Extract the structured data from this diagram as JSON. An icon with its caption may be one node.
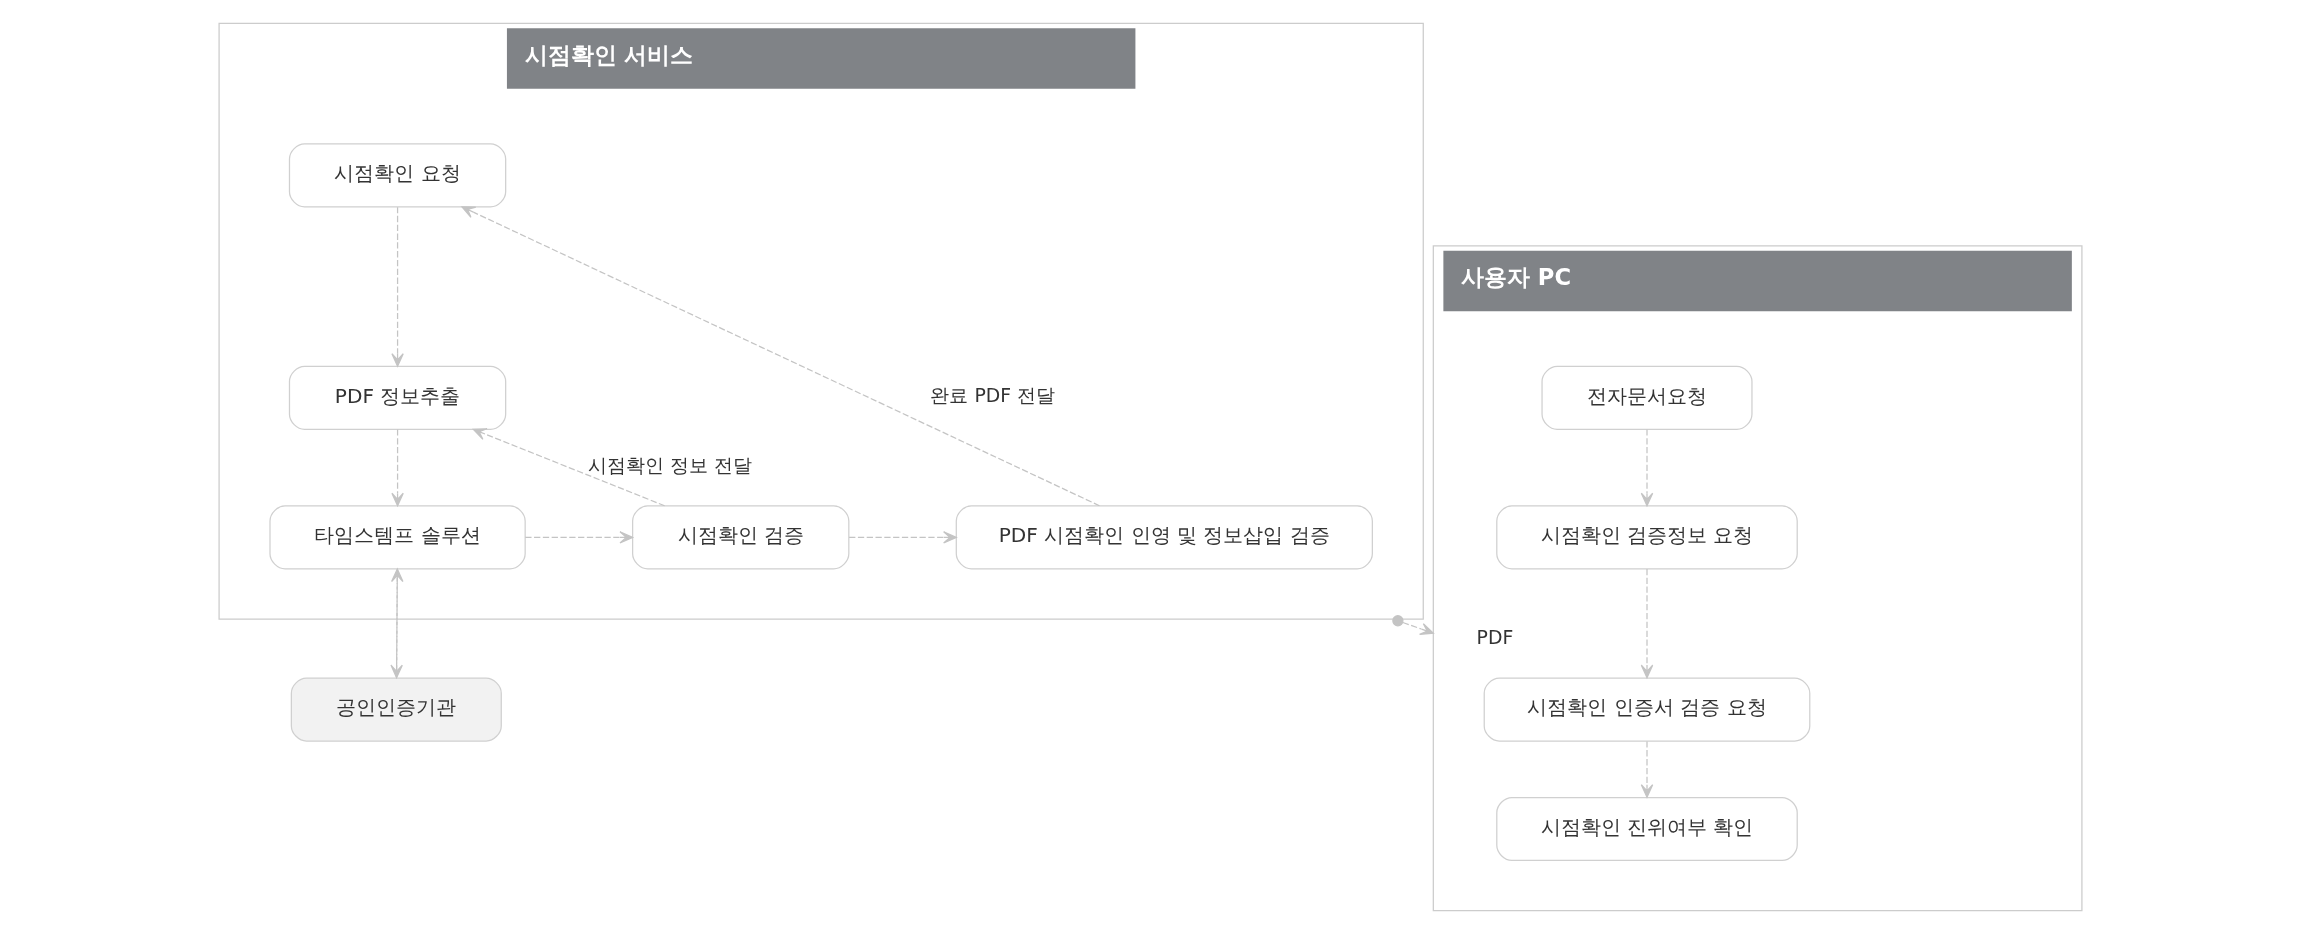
{
  "diagram": {
    "nodes": [
      {
        "text": [
          "시점확인 서비스"
        ]
      },
      {
        "text": [
          "시점확인 요청"
        ],
        "in": 0
      },
      {
        "text": [
          "PDF 정보추출"
        ],
        "in": 0
      },
      {
        "text": [
          "타임스템프 솔루션"
        ],
        "in": 0
      },
      {
        "text": [
          "시점확인 검증"
        ],
        "in": 0
      },
      {
        "text": [
          "PDF 시점확인 인영 및 정보삽입 검증"
        ],
        "in": 0
      },
      {
        "text": [
          "공인인증기관"
        ]
      },
      {
        "text": [
          "사용자 PC"
        ]
      },
      {
        "text": [
          "전자문서요청"
        ],
        "in": 7
      },
      {
        "text": [
          "시점확인 검증정보 요청"
        ],
        "in": 7
      },
      {
        "text": [
          "시점확인 인증서 검증 요청"
        ],
        "in": 7
      },
      {
        "text": [
          "시점확인 진위여부 확인"
        ],
        "in": 7
      }
    ],
    "edges": [
      {
        "from": 1,
        "to": 2,
        "arrow": "to",
        "style": "dashed"
      },
      {
        "from": 2,
        "to": 3,
        "arrow": "to",
        "style": "dashed"
      },
      {
        "from": 3,
        "to": 4,
        "arrow": "to",
        "style": "dashed"
      },
      {
        "from": 4,
        "to": 5,
        "arrow": "to",
        "style": "dashed"
      },
      {
        "from": 4,
        "to": 2,
        "arrow": "to",
        "style": "dashed",
        "label": "시점확인 정보 전달"
      },
      {
        "from": 5,
        "to": 1,
        "arrow": "to",
        "style": "dashed",
        "label": "완료 PDF 전달"
      },
      {
        "from": 3,
        "to": 6,
        "arrow": "to",
        "style": "dashed"
      },
      {
        "from": 6,
        "to": 3,
        "arrow": "to",
        "style": "dashed"
      },
      {
        "from": 0,
        "to": 7,
        "arrow": "to",
        "style": "dashed",
        "label": "PDF"
      },
      {
        "from": 8,
        "to": 9,
        "arrow": "to",
        "style": "dashed"
      },
      {
        "from": 9,
        "to": 10,
        "arrow": "to",
        "style": "dashed"
      },
      {
        "from": 10,
        "to": 11,
        "arrow": "to",
        "style": "dashed"
      }
    ]
  }
}
